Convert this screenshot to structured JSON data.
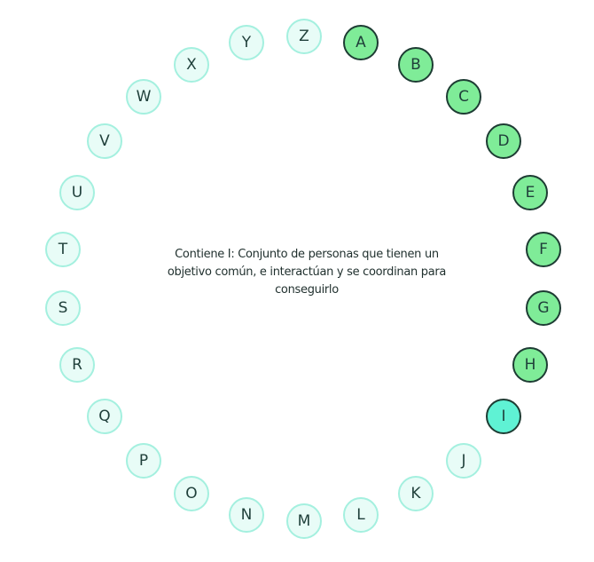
{
  "clue": "Contiene I: Conjunto de personas que tienen un objetivo común, e interactúan y se coordinan para conseguirlo",
  "colors": {
    "answered": "#7fec98",
    "current": "#5ff2d4",
    "pending": "#e8fcf7",
    "pending_border": "#a4f0df",
    "answered_border": "#1d3c33"
  },
  "letters": [
    {
      "label": "A",
      "state": "answered"
    },
    {
      "label": "B",
      "state": "answered"
    },
    {
      "label": "C",
      "state": "answered"
    },
    {
      "label": "D",
      "state": "answered"
    },
    {
      "label": "E",
      "state": "answered"
    },
    {
      "label": "F",
      "state": "answered"
    },
    {
      "label": "G",
      "state": "answered"
    },
    {
      "label": "H",
      "state": "answered"
    },
    {
      "label": "I",
      "state": "current"
    },
    {
      "label": "J",
      "state": "pending"
    },
    {
      "label": "K",
      "state": "pending"
    },
    {
      "label": "L",
      "state": "pending"
    },
    {
      "label": "M",
      "state": "pending"
    },
    {
      "label": "N",
      "state": "pending"
    },
    {
      "label": "O",
      "state": "pending"
    },
    {
      "label": "P",
      "state": "pending"
    },
    {
      "label": "Q",
      "state": "pending"
    },
    {
      "label": "R",
      "state": "pending"
    },
    {
      "label": "S",
      "state": "pending"
    },
    {
      "label": "T",
      "state": "pending"
    },
    {
      "label": "U",
      "state": "pending"
    },
    {
      "label": "V",
      "state": "pending"
    },
    {
      "label": "W",
      "state": "pending"
    },
    {
      "label": "X",
      "state": "pending"
    },
    {
      "label": "Y",
      "state": "pending"
    },
    {
      "label": "Z",
      "state": "pending"
    }
  ]
}
